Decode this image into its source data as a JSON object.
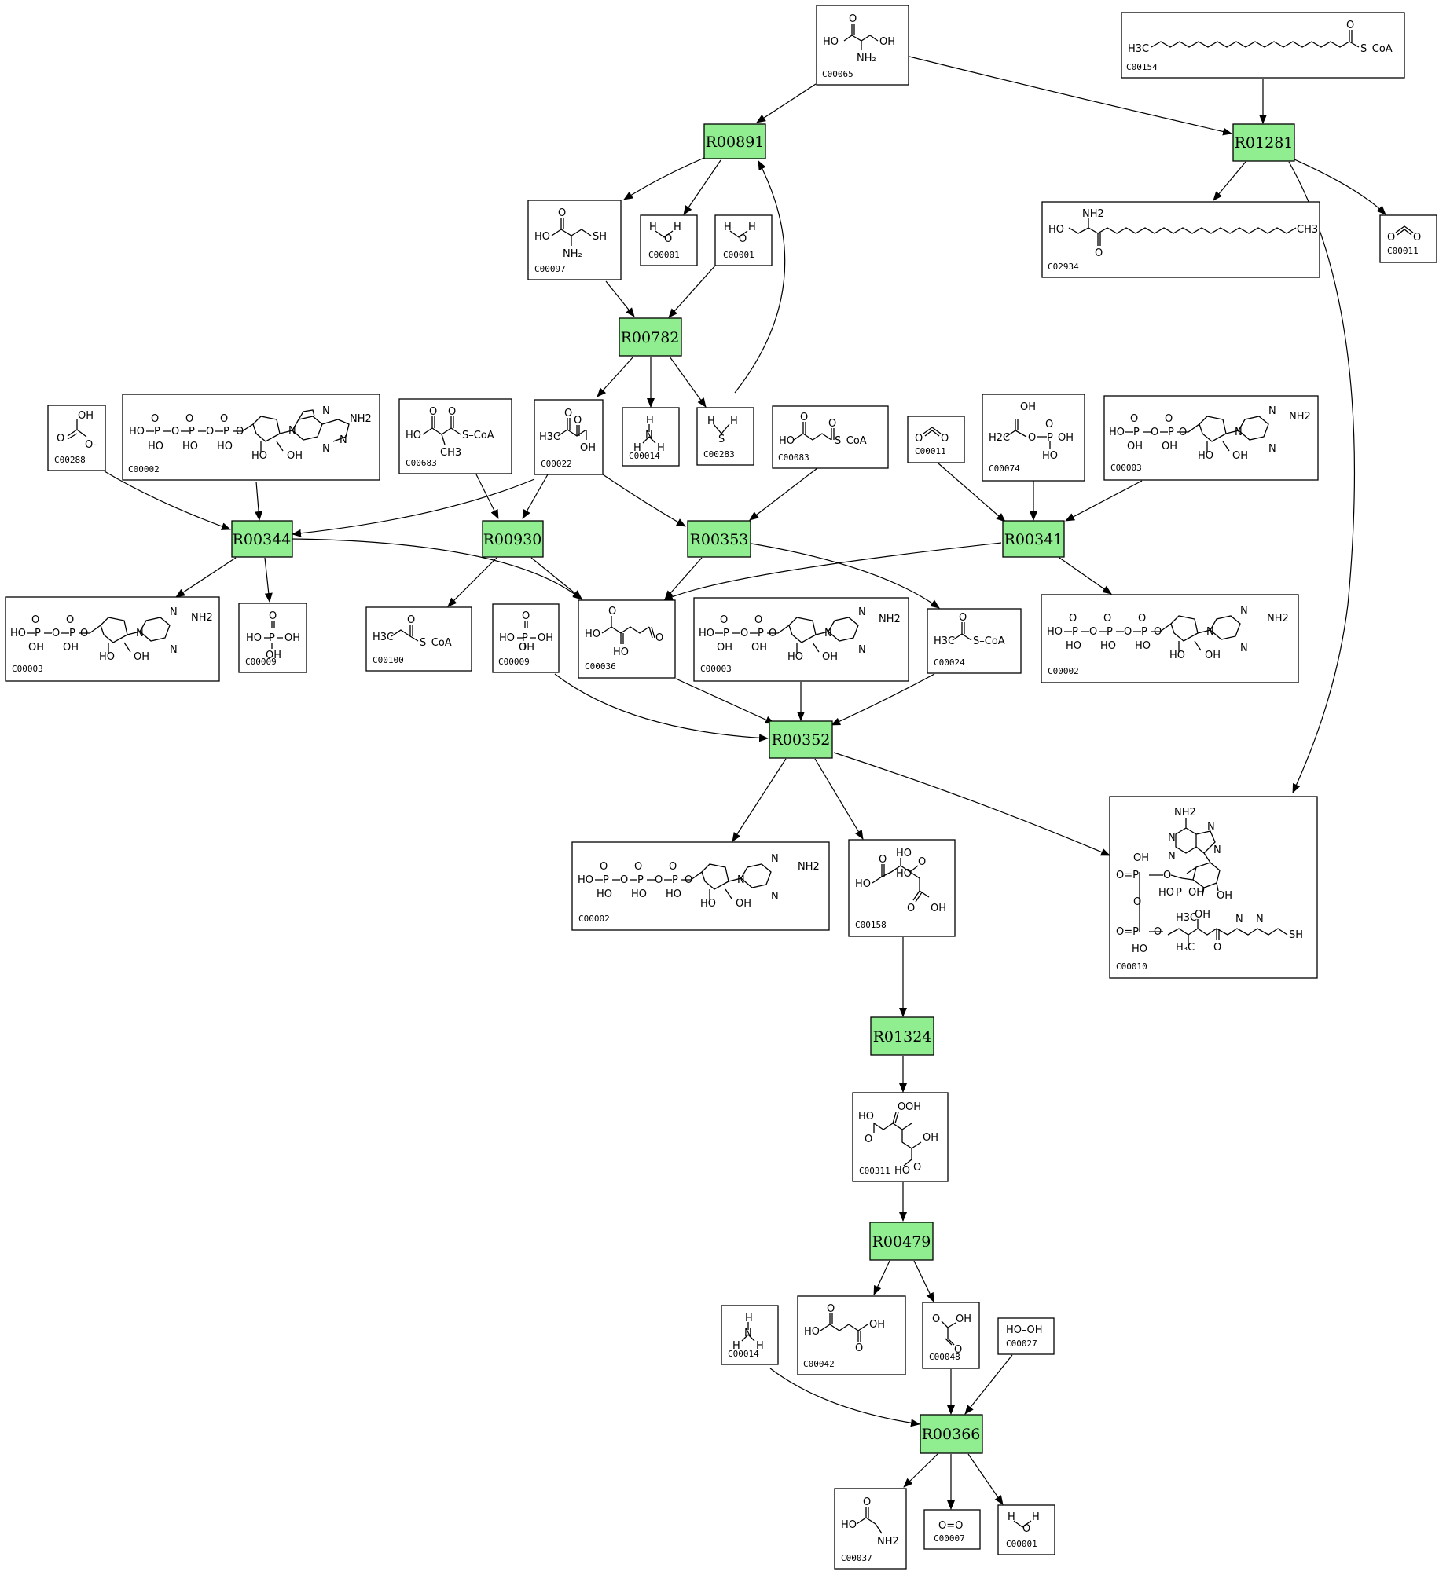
{
  "colors": {
    "reaction_fill": "#90ee90",
    "compound_fill": "#ffffff",
    "stroke": "#000000"
  },
  "reactions": {
    "r00891": "R00891",
    "r01281": "R01281",
    "r00782": "R00782",
    "r00344": "R00344",
    "r00930": "R00930",
    "r00353": "R00353",
    "r00341": "R00341",
    "r00352": "R00352",
    "r01324": "R01324",
    "r00479": "R00479",
    "r00366": "R00366"
  },
  "compounds": {
    "c00065": {
      "id": "C00065"
    },
    "c00154": {
      "id": "C00154",
      "atoms": [
        "H3C",
        "S–CoA",
        "O"
      ]
    },
    "c00097": {
      "id": "C00097",
      "atoms": [
        "HO",
        "O",
        "SH",
        "NH2"
      ]
    },
    "c00001a": {
      "id": "C00001",
      "atoms": [
        "H",
        "O",
        "H"
      ]
    },
    "c00001b": {
      "id": "C00001",
      "atoms": [
        "H",
        "O",
        "H"
      ]
    },
    "c02934": {
      "id": "C02934",
      "atoms": [
        "NH2",
        "HO",
        "O",
        "CH3"
      ]
    },
    "c00011a": {
      "id": "C00011",
      "atoms": [
        "O",
        "O"
      ]
    },
    "c00288": {
      "id": "C00288",
      "atoms": [
        "OH",
        "O",
        "O-"
      ]
    },
    "c00002a": {
      "id": "C00002",
      "atoms": [
        "HO",
        "P",
        "O",
        "OH",
        "NH2",
        "N"
      ]
    },
    "c00683": {
      "id": "C00683",
      "atoms": [
        "HO",
        "O",
        "S–CoA",
        "CH3"
      ]
    },
    "c00022": {
      "id": "C00022",
      "atoms": [
        "H3C",
        "O",
        "OH"
      ]
    },
    "c00014a": {
      "id": "C00014",
      "atoms": [
        "H",
        "N",
        "H"
      ]
    },
    "c00283": {
      "id": "C00283",
      "atoms": [
        "H",
        "S",
        "H"
      ]
    },
    "c00083": {
      "id": "C00083",
      "atoms": [
        "HO",
        "O",
        "S–CoA"
      ]
    },
    "c00011b": {
      "id": "C00011",
      "atoms": [
        "O",
        "O"
      ]
    },
    "c00074": {
      "id": "C00074",
      "atoms": [
        "OH",
        "H2C",
        "O",
        "P",
        "OH"
      ]
    },
    "c00003a": {
      "id": "C00003",
      "atoms": [
        "HO",
        "P",
        "O",
        "NH2",
        "N"
      ]
    },
    "c00003b": {
      "id": "C00003",
      "atoms": [
        "HO",
        "P",
        "O",
        "NH2",
        "N"
      ]
    },
    "c00009a": {
      "id": "C00009",
      "atoms": [
        "HO",
        "P",
        "OH",
        "O"
      ]
    },
    "c00100": {
      "id": "C00100",
      "atoms": [
        "H3C",
        "S–CoA",
        "O"
      ]
    },
    "c00009b": {
      "id": "C00009",
      "atoms": [
        "HO",
        "P",
        "OH",
        "O"
      ]
    },
    "c00036": {
      "id": "C00036",
      "atoms": [
        "HO",
        "O",
        "HO",
        "O"
      ]
    },
    "c00003c": {
      "id": "C00003",
      "atoms": [
        "HO",
        "P",
        "O",
        "NH2",
        "N"
      ]
    },
    "c00024": {
      "id": "C00024",
      "atoms": [
        "H3C",
        "S–CoA",
        "O"
      ]
    },
    "c00002b": {
      "id": "C00002",
      "atoms": [
        "HO",
        "P",
        "O",
        "NH2",
        "N"
      ]
    },
    "c00002c": {
      "id": "C00002",
      "atoms": [
        "HO",
        "P",
        "O",
        "NH2",
        "N"
      ]
    },
    "c00158": {
      "id": "C00158",
      "atoms": [
        "HO",
        "O",
        "HO",
        "OH"
      ]
    },
    "c00010": {
      "id": "C00010",
      "atoms": [
        "NH2",
        "N",
        "OH",
        "O",
        "P",
        "HO",
        "H3C",
        "SH"
      ]
    },
    "c00311": {
      "id": "C00311",
      "atoms": [
        "HO",
        "O",
        "OH"
      ]
    },
    "c00014b": {
      "id": "C00014",
      "atoms": [
        "H",
        "N",
        "H"
      ]
    },
    "c00042": {
      "id": "C00042",
      "atoms": [
        "HO",
        "O",
        "OH"
      ]
    },
    "c00048": {
      "id": "C00048",
      "atoms": [
        "O",
        "OH"
      ]
    },
    "c00027": {
      "id": "C00027",
      "atoms": [
        "HO–OH"
      ]
    },
    "c00037": {
      "id": "C00037",
      "atoms": [
        "HO",
        "O",
        "NH2"
      ]
    },
    "c00007": {
      "id": "C00007",
      "atoms": [
        "O=O"
      ]
    },
    "c00001c": {
      "id": "C00001",
      "atoms": [
        "H",
        "O",
        "H"
      ]
    }
  }
}
